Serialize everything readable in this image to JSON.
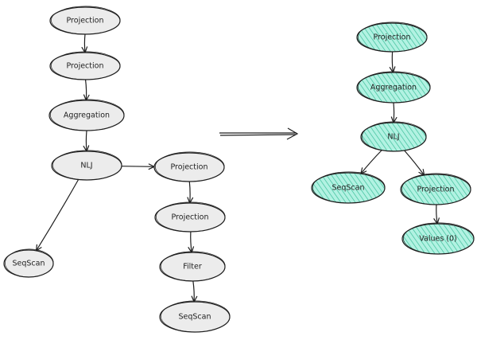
{
  "colors": {
    "stroke": "#1e1e1e",
    "plain_fill": "#ececec",
    "highlight_fill": "#b2f2e2",
    "highlight_hatch": "#3cbf9a"
  },
  "diagram": {
    "left_tree": {
      "nodes": [
        {
          "id": "l1",
          "label": "Projection"
        },
        {
          "id": "l2",
          "label": "Projection"
        },
        {
          "id": "l3",
          "label": "Aggregation"
        },
        {
          "id": "l4",
          "label": "NLJ"
        },
        {
          "id": "l5",
          "label": "SeqScan"
        },
        {
          "id": "l6",
          "label": "Projection"
        },
        {
          "id": "l7",
          "label": "Projection"
        },
        {
          "id": "l8",
          "label": "Filter"
        },
        {
          "id": "l9",
          "label": "SeqScan"
        }
      ],
      "edges": [
        [
          "l1",
          "l2"
        ],
        [
          "l2",
          "l3"
        ],
        [
          "l3",
          "l4"
        ],
        [
          "l4",
          "l5"
        ],
        [
          "l4",
          "l6"
        ],
        [
          "l6",
          "l7"
        ],
        [
          "l7",
          "l8"
        ],
        [
          "l8",
          "l9"
        ]
      ]
    },
    "right_tree": {
      "nodes": [
        {
          "id": "r1",
          "label": "Projection"
        },
        {
          "id": "r2",
          "label": "Aggregation"
        },
        {
          "id": "r3",
          "label": "NLJ"
        },
        {
          "id": "r4",
          "label": "SeqScan"
        },
        {
          "id": "r5",
          "label": "Projection"
        },
        {
          "id": "r6",
          "label": "Values (0)"
        }
      ],
      "edges": [
        [
          "r1",
          "r2"
        ],
        [
          "r2",
          "r3"
        ],
        [
          "r3",
          "r4"
        ],
        [
          "r3",
          "r5"
        ],
        [
          "r5",
          "r6"
        ]
      ]
    }
  }
}
